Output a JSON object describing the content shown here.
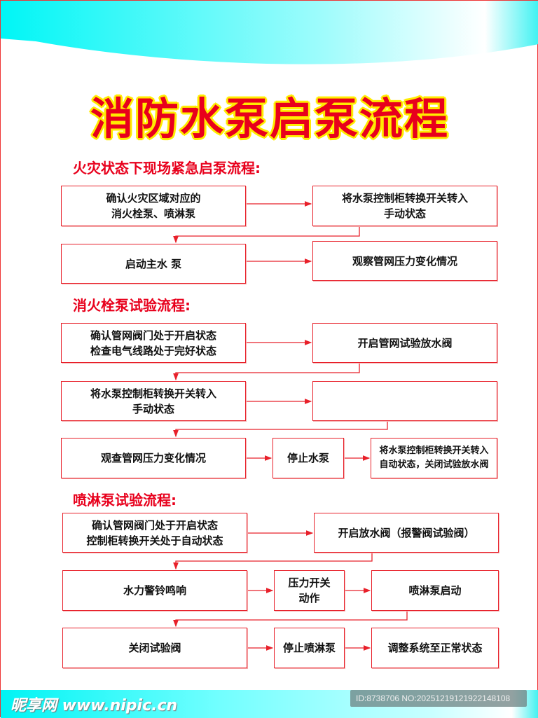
{
  "title": "消防水泵启泵流程",
  "colors": {
    "accent": "#e8001c",
    "title_outline": "#ffec00",
    "banner": "#00f4f4"
  },
  "sections": [
    {
      "title": "火灾状态下现场紧急启泵流程:"
    },
    {
      "title": "消火栓泵试验流程:"
    },
    {
      "title": "喷淋泵试验流程:"
    }
  ],
  "boxes": {
    "s1a": "确认火灾区域对应的\n消火栓泵、喷淋泵",
    "s1b": "将水泵控制柜转换开关转入\n手动状态",
    "s1c": "启动主水 泵",
    "s1d": "观察管网压力变化情况",
    "s2a": "确认管网阀门处于开启状态\n检查电气线路处于完好状态",
    "s2b": "开启管网试验放水阀",
    "s2c": "将水泵控制柜转换开关转入\n手动状态",
    "s2d": "",
    "s2e": "观查管网压力变化情况",
    "s2f": "停止水泵",
    "s2g": "将水泵控制柜转换开关转入\n自动状态，关闭试验放水阀",
    "s3a": "确认管网阀门处于开启状态\n控制柜转换开关处于自动状态",
    "s3b": "开启放水阀（报警阀试验阀）",
    "s3c": "水力警铃鸣响",
    "s3d": "压力开关\n动作",
    "s3e": "喷淋泵启动",
    "s3f": "关闭试验阀",
    "s3g": "停止喷淋泵",
    "s3h": "调整系统至正常状态"
  },
  "footer": {
    "logo": "昵享网 www.nipic.cn",
    "id": "ID:8738706 NO:20251219121922148108"
  }
}
